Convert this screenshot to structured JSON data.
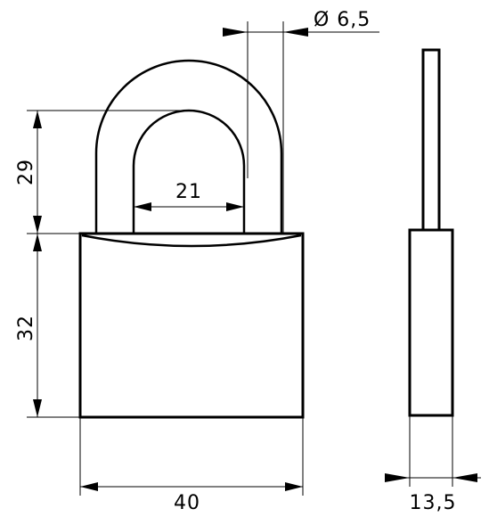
{
  "drawing": {
    "stroke_color": "#000000",
    "background_color": "#ffffff"
  },
  "dimensions": {
    "shackle_diameter": "Ø 6,5",
    "shackle_height": "29",
    "shackle_inner_width": "21",
    "body_height": "32",
    "body_width": "40",
    "body_thickness": "13,5"
  }
}
